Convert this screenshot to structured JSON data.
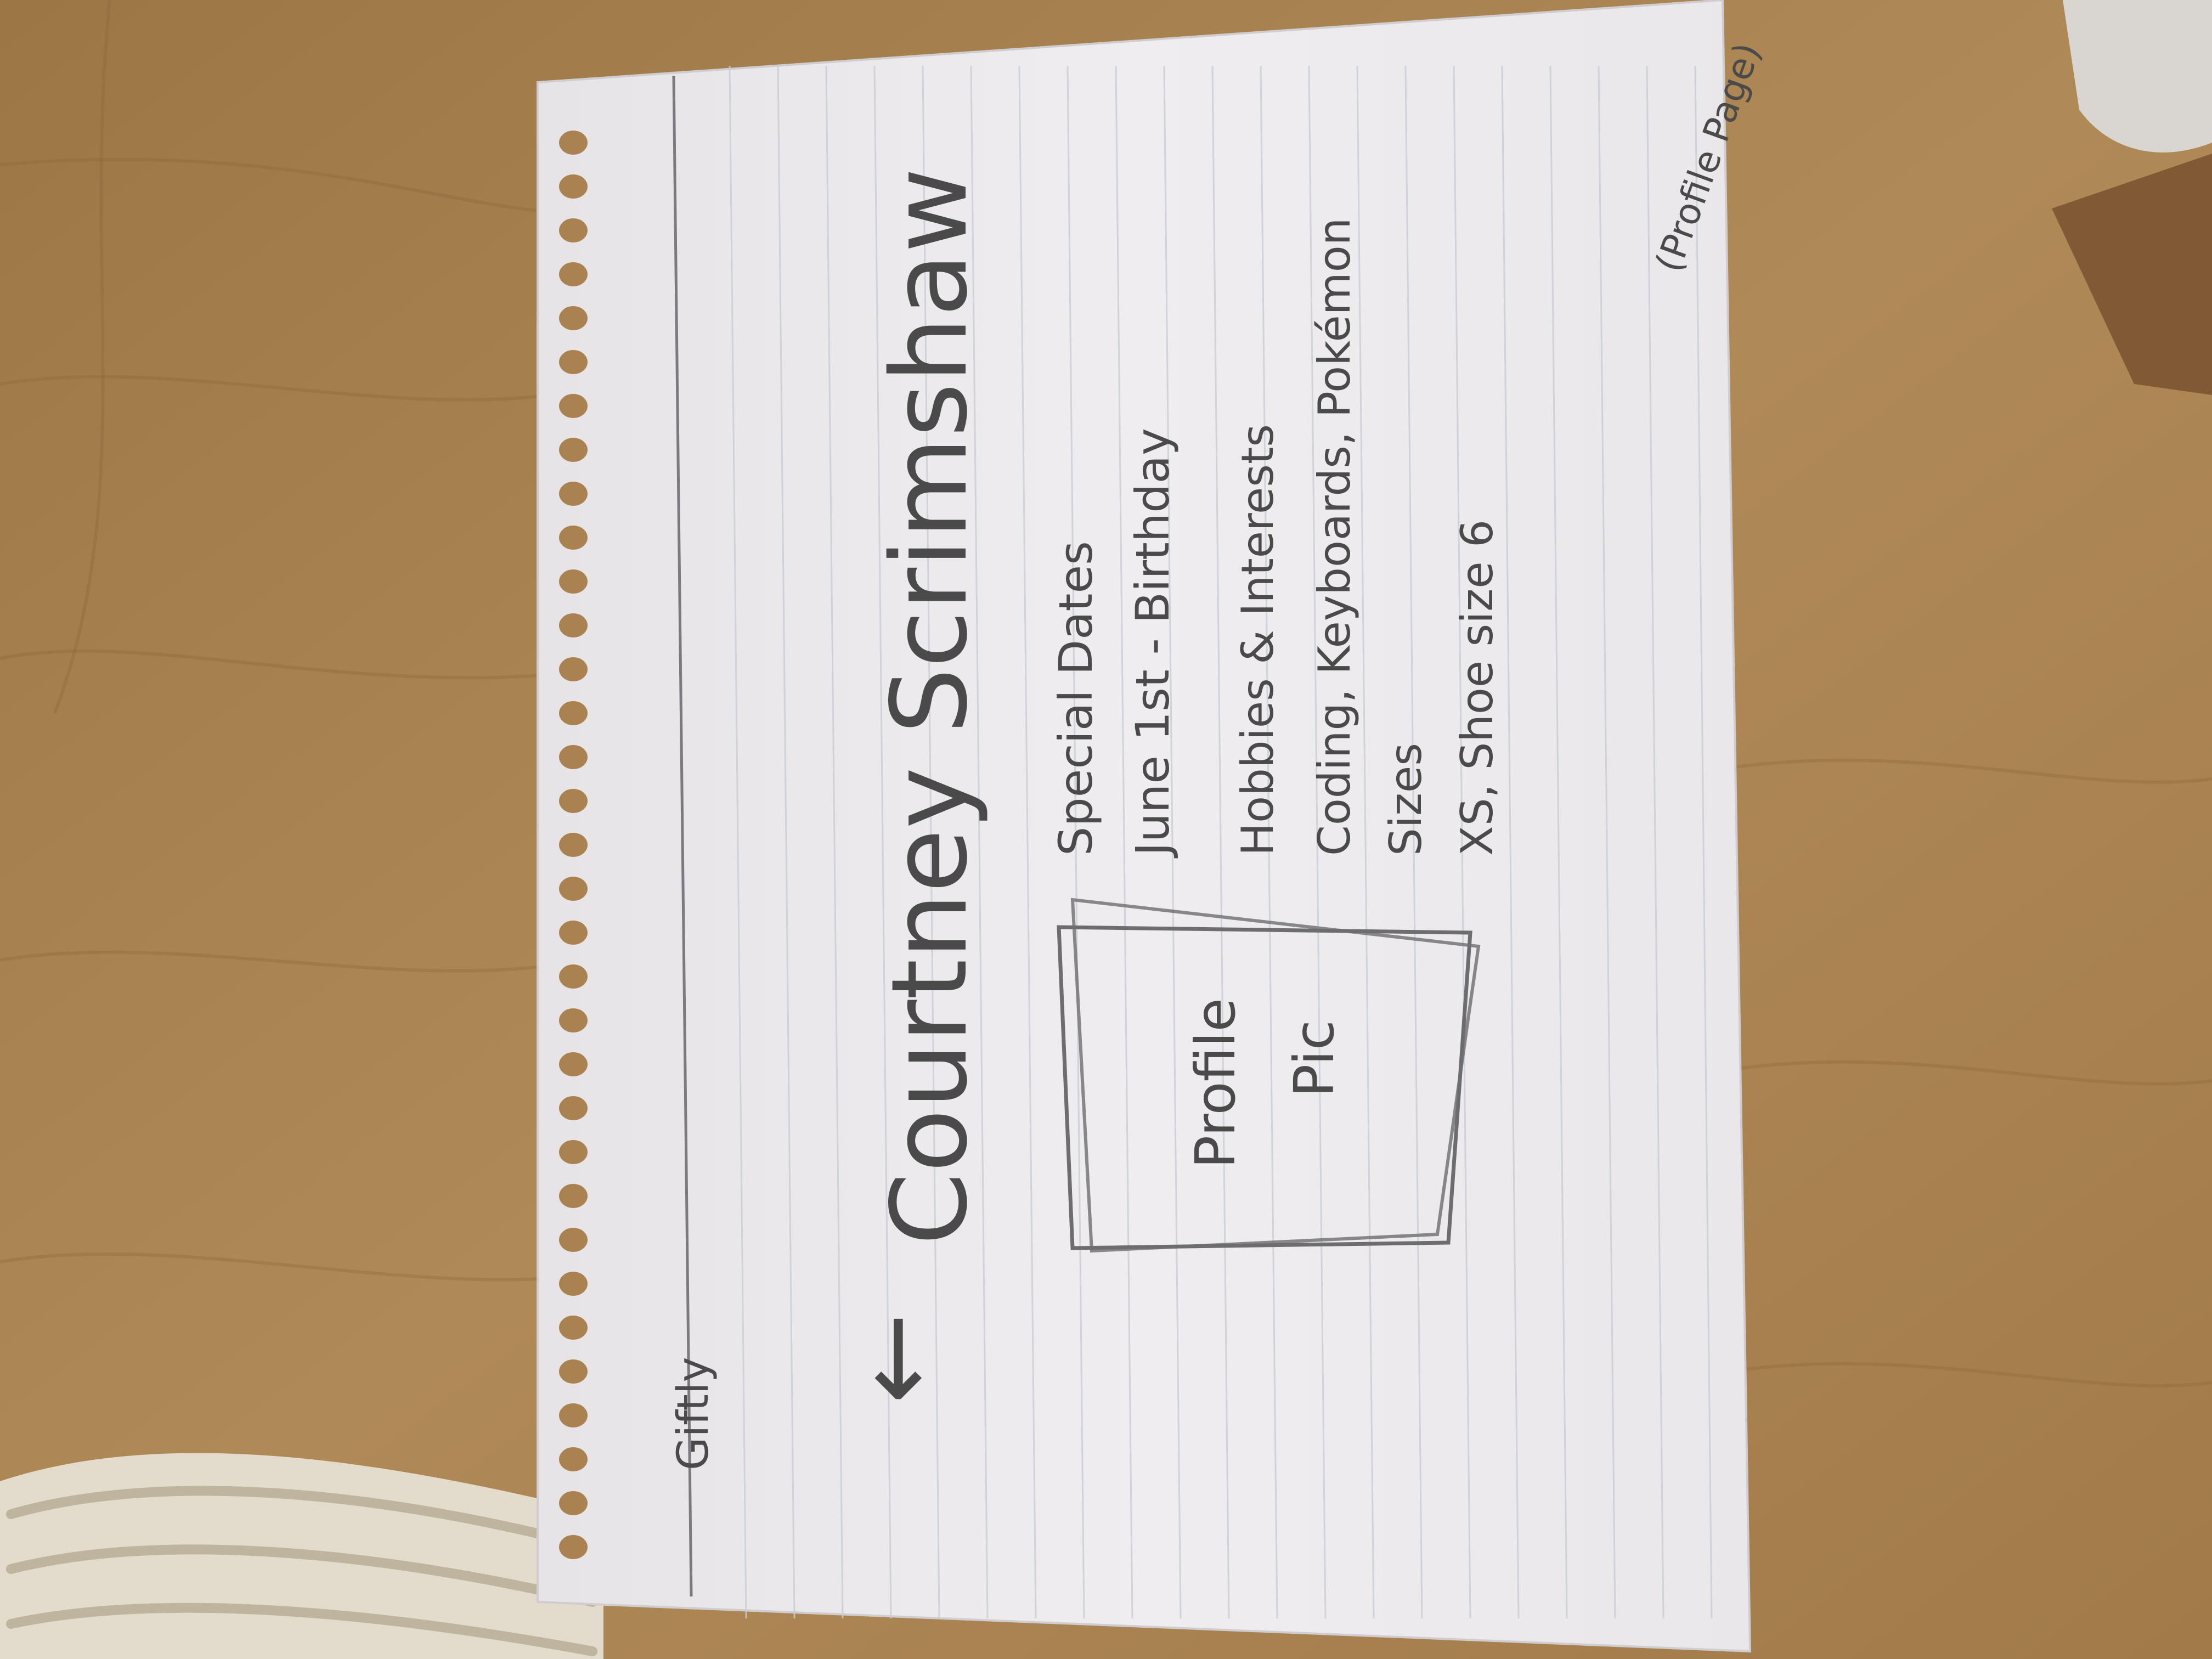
{
  "sketch": {
    "app_name": "Giftly",
    "back_arrow": "←",
    "profile_name": "Courtney Scrimshaw",
    "profile_pic": {
      "line1": "Profile",
      "line2": "Pic"
    },
    "special_dates": {
      "heading": "Special Dates",
      "item": "June 1st - Birthday"
    },
    "hobbies": {
      "heading": "Hobbies & Interests",
      "item": "Coding, Keyboards, Pokémon"
    },
    "sizes": {
      "heading": "Sizes",
      "item": "XS, Shoe size 6"
    },
    "page_label": "(Profile Page)"
  },
  "colors": {
    "table": "#a9824f",
    "paper": "#ecebec",
    "pencil": "#4a4a4a",
    "rule": "#c9ccd8"
  }
}
